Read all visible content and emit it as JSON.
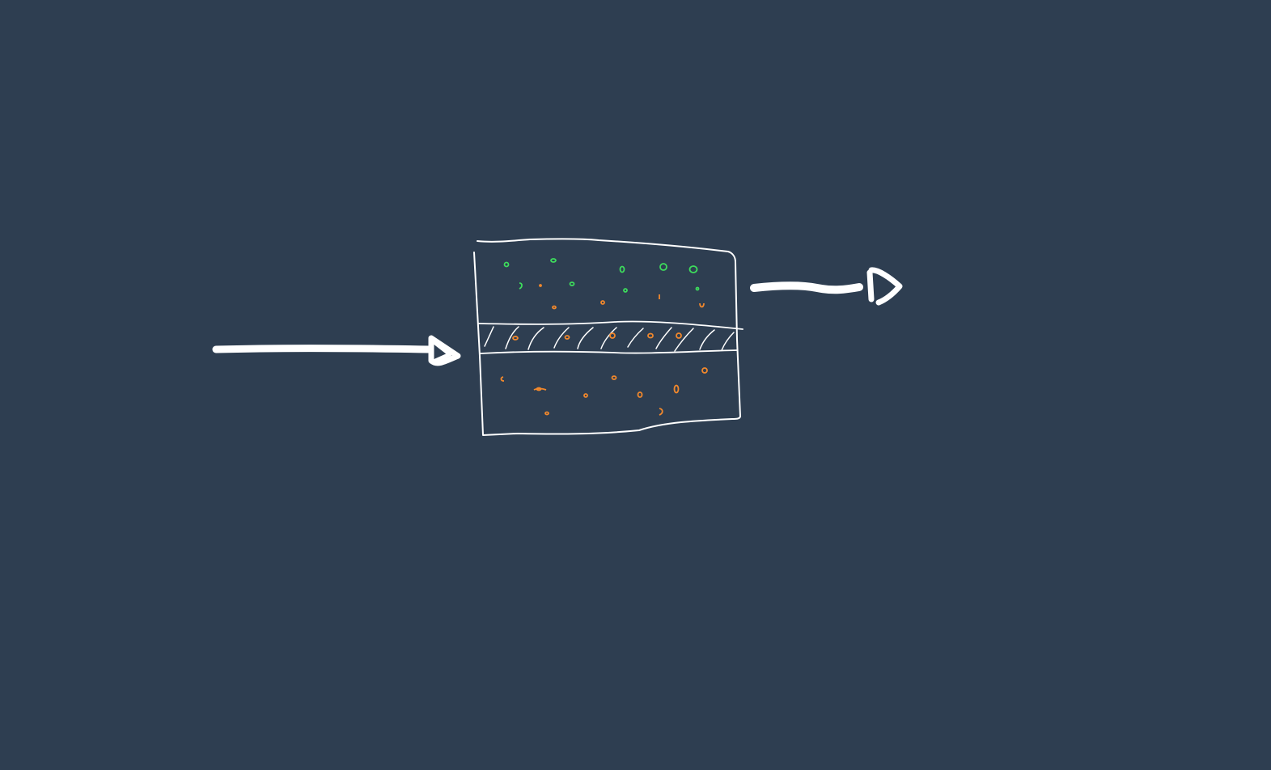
{
  "colors": {
    "background": "#2e3e51",
    "ink": "#ffffff",
    "green_particles": "#3ddc5c",
    "orange_particles": "#f2882c"
  },
  "diagram": {
    "elements": [
      {
        "name": "input-arrow",
        "kind": "arrow",
        "direction": "right"
      },
      {
        "name": "container-box",
        "kind": "rectangle"
      },
      {
        "name": "filter-membrane",
        "kind": "hatched-band",
        "pattern": "diagonal-hatch"
      },
      {
        "name": "green-particles",
        "kind": "particle-group",
        "region": "upper",
        "color": "green"
      },
      {
        "name": "orange-particles",
        "kind": "particle-group",
        "region": "upper-and-lower",
        "color": "orange"
      },
      {
        "name": "output-arrow",
        "kind": "arrow",
        "direction": "right"
      }
    ]
  }
}
